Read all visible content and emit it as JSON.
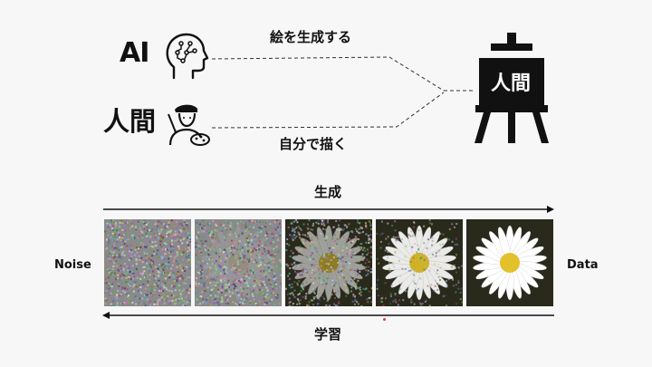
{
  "top": {
    "ai_label": "AI",
    "human_label": "人間",
    "caption_ai": "絵を生成する",
    "caption_human": "自分で描く",
    "easel_label": "人間"
  },
  "bottom": {
    "generate_label": "生成",
    "learn_label": "学習",
    "noise_label": "Noise",
    "data_label": "Data",
    "tiles": [
      {
        "step": 1,
        "noise_level": 1.0,
        "flower_visibility": 0.0
      },
      {
        "step": 2,
        "noise_level": 0.85,
        "flower_visibility": 0.1
      },
      {
        "step": 3,
        "noise_level": 0.55,
        "flower_visibility": 0.55
      },
      {
        "step": 4,
        "noise_level": 0.2,
        "flower_visibility": 0.9
      },
      {
        "step": 5,
        "noise_level": 0.0,
        "flower_visibility": 1.0
      }
    ]
  },
  "colors": {
    "background": "#f7f7f7",
    "ink": "#111111",
    "flower_center": "#e3c12b",
    "petal": "#ffffff",
    "dark_bg": "#2a2a1c",
    "noise_gray": "#8a8a8a"
  },
  "icons": [
    "brain-head-icon",
    "painter-icon",
    "easel-icon"
  ]
}
